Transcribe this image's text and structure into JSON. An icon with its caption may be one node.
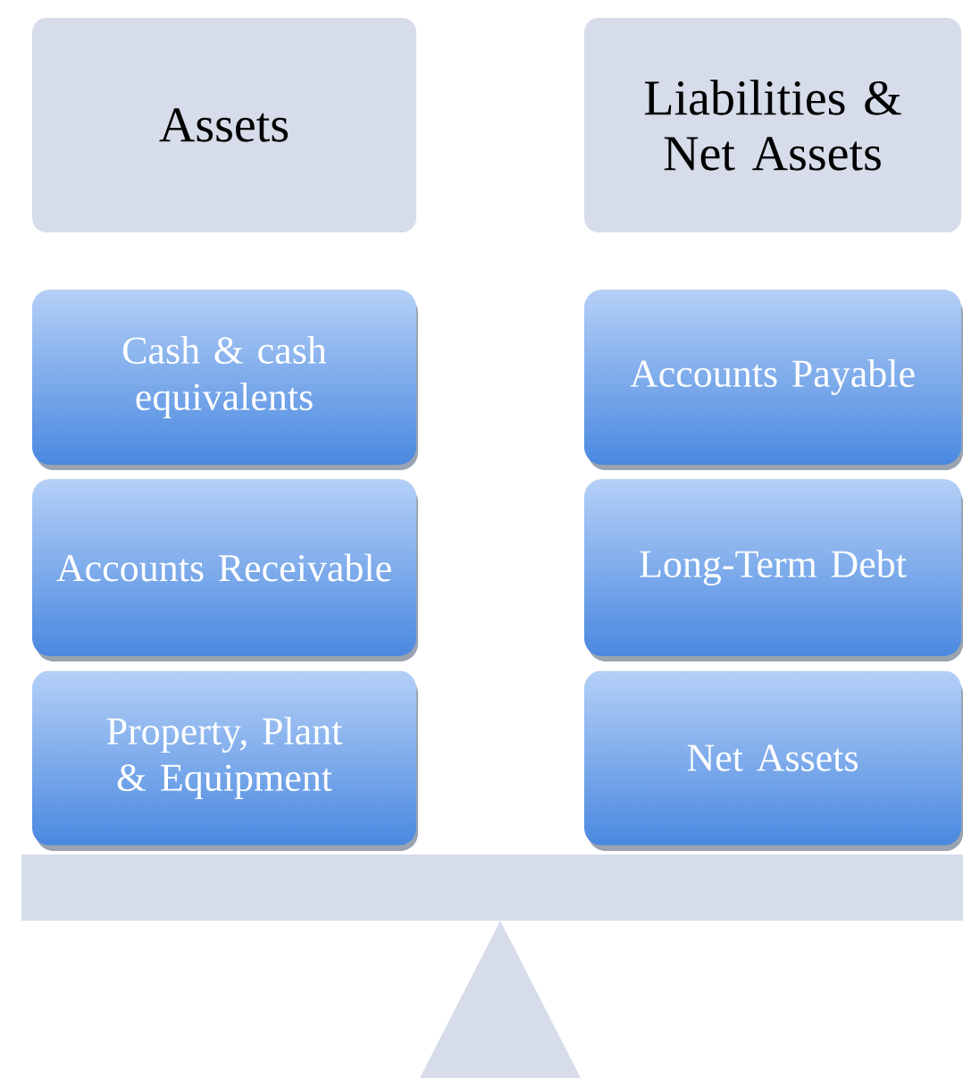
{
  "diagram": {
    "nodes": [
      {
        "text": [
          "Assets"
        ]
      },
      {
        "text": [
          "Liabilities & Net Assets"
        ]
      },
      {
        "text": [
          "Cash & cash equivalents"
        ]
      },
      {
        "text": [
          "Accounts Receivable"
        ]
      },
      {
        "text": [
          "Property, Plant & Equipment"
        ]
      },
      {
        "text": [
          "Accounts Payable"
        ]
      },
      {
        "text": [
          "Long-Term Debt"
        ]
      },
      {
        "text": [
          "Net Assets"
        ]
      }
    ]
  }
}
